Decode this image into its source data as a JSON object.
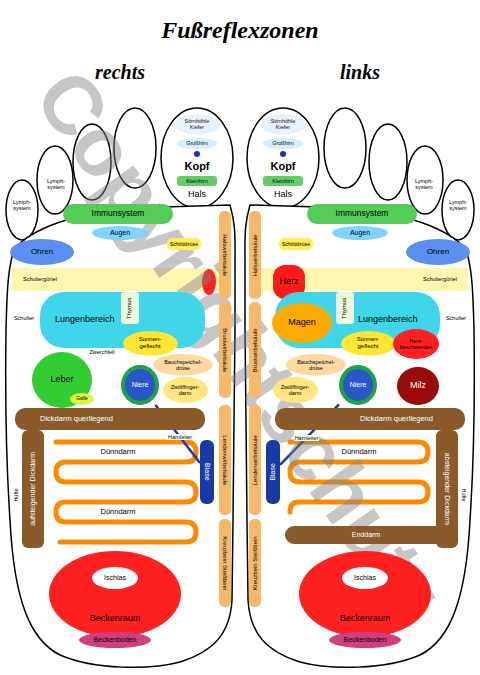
{
  "diagram": {
    "title": "Fußreflexzonen",
    "nodes": [
      {
        "text": [
          "Stirnhöhle Kiefer"
        ]
      },
      {
        "text": [
          "Großhirn"
        ]
      },
      {
        "text": [
          "Kleinhirn"
        ]
      },
      {
        "text": [
          "Immunsystem"
        ]
      },
      {
        "text": [
          "Augen"
        ]
      },
      {
        "text": [
          "Ohren"
        ]
      },
      {
        "text": [
          "Schilddrüse"
        ]
      },
      {
        "text": [
          "Halswirbelsäule"
        ]
      },
      {
        "text": [
          "Lungenbereich"
        ]
      },
      {
        "text": [
          "Thymus"
        ],
        "in": 8
      },
      {
        "text": [
          "Brustwirbelsäule"
        ]
      },
      {
        "text": [
          "Sonnen- geflecht"
        ]
      },
      {
        "text": [
          "Bauchspeichel- drüse"
        ]
      },
      {
        "text": [
          "Leber"
        ]
      },
      {
        "text": [
          "Galle"
        ],
        "in": 13
      },
      {
        "text": [
          "Niere"
        ]
      },
      {
        "text": [
          "Zwölffinger- darm"
        ]
      },
      {
        "text": [
          "Dickdarm querliegend"
        ]
      },
      {
        "text": [
          "aufsteigender Dickdarm"
        ]
      },
      {
        "text": [
          "Blase"
        ]
      },
      {
        "text": [
          "Lendenwirbelsäule"
        ]
      },
      {
        "text": [
          "Kreuzbein Steißbein"
        ]
      },
      {
        "text": [
          "Beckenraum"
        ]
      },
      {
        "text": [
          "Ischias"
        ],
        "in": 22
      },
      {
        "text": [
          "Beckenboden"
        ]
      },
      {
        "text": [
          "Stirnhöhle Kiefer"
        ]
      },
      {
        "text": [
          "Großhirn"
        ]
      },
      {
        "text": [
          "Kleinhirn"
        ]
      },
      {
        "text": [
          "Immunsystem"
        ]
      },
      {
        "text": [
          "Augen"
        ]
      },
      {
        "text": [
          "Ohren"
        ]
      },
      {
        "text": [
          "Schilddrüse"
        ]
      },
      {
        "text": [
          "Halswirbelsäule"
        ]
      },
      {
        "text": [
          "Herz"
        ]
      },
      {
        "text": [
          "Lungenbereich"
        ]
      },
      {
        "text": [
          "Thymus"
        ],
        "in": 34
      },
      {
        "text": [
          "Magen"
        ]
      },
      {
        "text": [
          "Brustwirbelsäule"
        ]
      },
      {
        "text": [
          "Sonnen- geflecht"
        ]
      },
      {
        "text": [
          "Herz- beschwerden"
        ]
      },
      {
        "text": [
          "Bauchspeichel- drüse"
        ]
      },
      {
        "text": [
          "Niere"
        ]
      },
      {
        "text": [
          "Zwölffinger- darm"
        ]
      },
      {
        "text": [
          "Milz"
        ]
      },
      {
        "text": [
          "Dickdarm querliegend"
        ]
      },
      {
        "text": [
          "absteigender Dickdarm"
        ]
      },
      {
        "text": [
          "Blase"
        ]
      },
      {
        "text": [
          "Lendenwirbelsäule"
        ]
      },
      {
        "text": [
          "Enddarm"
        ]
      },
      {
        "text": [
          "Kreuzbein Steißbein"
        ]
      },
      {
        "text": [
          "Beckenraum"
        ]
      },
      {
        "text": [
          "Ischias"
        ],
        "in": 50
      },
      {
        "text": [
          "Beckenboden"
        ]
      }
    ],
    "edges": [
      {
        "from": 15,
        "to": 19,
        "arrow": "none",
        "label": "Harnleiter"
      },
      {
        "from": 41,
        "to": 46,
        "arrow": "none",
        "label": "Harnleiter"
      }
    ],
    "labels": [
      "rechts",
      "links",
      "Copyrightschutz",
      "Kopf",
      "Hals",
      "Lymph- system",
      "Lymph- system",
      "Schultergürtel",
      "Schulter",
      "Zwerchfell",
      "Dünndarm",
      "Dünndarm",
      "Hüfte",
      "Kopf",
      "Hals",
      "Lymph- system",
      "Lymph- system",
      "Schultergürtel",
      "Schulter",
      "Dünndarm",
      "Hüfte"
    ]
  }
}
